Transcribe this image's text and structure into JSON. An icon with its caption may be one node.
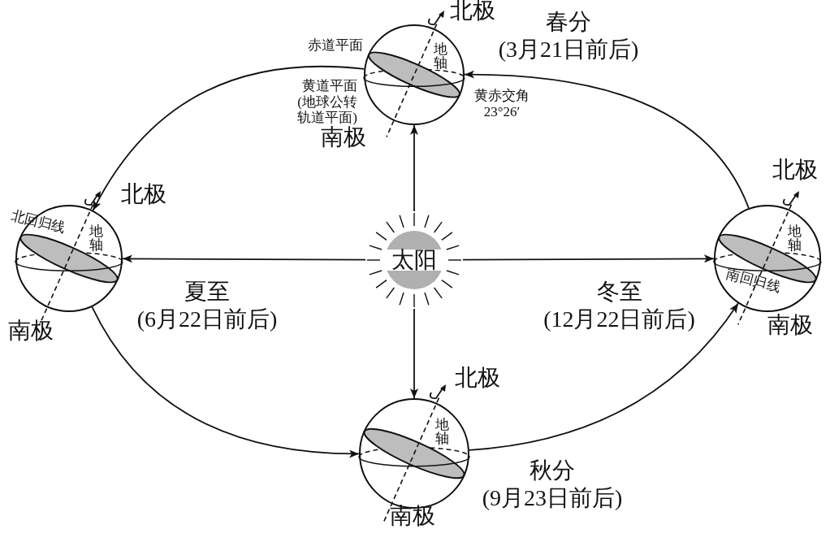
{
  "diagram": {
    "nodes": [
      {
        "text": [
          "北极",
          "地轴",
          "南极"
        ],
        "beside": [
          "春分",
          "(3月21日前后)"
        ]
      },
      {
        "text": [
          "北极",
          "北回归线",
          "地轴",
          "南极"
        ],
        "beside": [
          "夏至",
          "(6月22日前后)"
        ]
      },
      {
        "text": [
          "太阳"
        ]
      },
      {
        "text": [
          "北极",
          "地轴",
          "南回归线",
          "南极"
        ],
        "beside": [
          "冬至",
          "(12月22日前后)"
        ]
      },
      {
        "text": [
          "北极",
          "地轴",
          "南极"
        ],
        "beside": [
          "秋分",
          "(9月23日前后)"
        ]
      }
    ],
    "edges": [
      {
        "from": 2,
        "to": 0,
        "arrow": "to"
      },
      {
        "from": 2,
        "to": 1,
        "arrow": "to"
      },
      {
        "from": 2,
        "to": 3,
        "arrow": "to"
      },
      {
        "from": 2,
        "to": 4,
        "arrow": "to"
      },
      {
        "from": 0,
        "to": 1,
        "arrow": "to"
      },
      {
        "from": 1,
        "to": 4,
        "arrow": "to"
      },
      {
        "from": 4,
        "to": 3,
        "arrow": "to"
      },
      {
        "from": 3,
        "to": 0,
        "arrow": "to"
      }
    ],
    "labels": [
      "赤道平面",
      "黄道平面(地球公转轨道平面)",
      "黄赤交角 23°26′"
    ]
  }
}
